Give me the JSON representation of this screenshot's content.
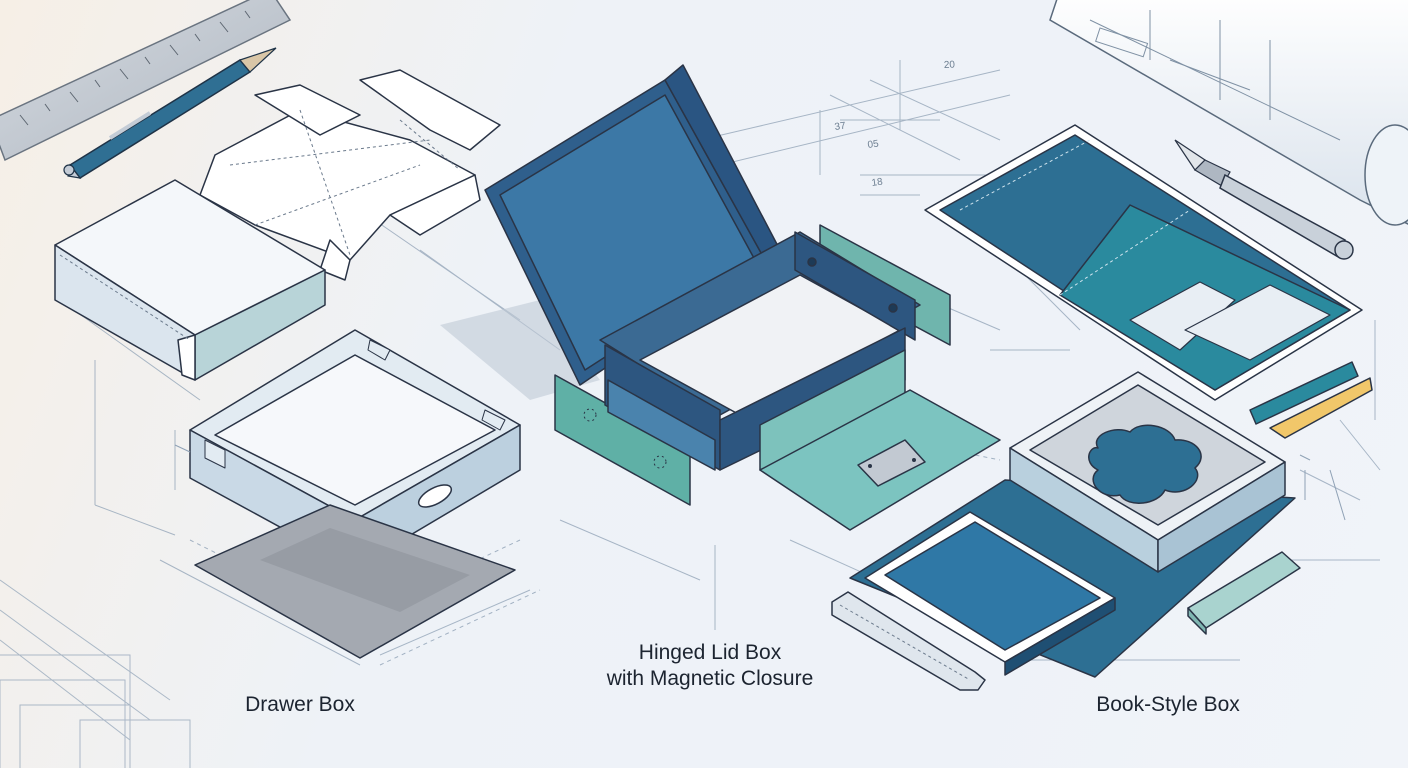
{
  "labels": {
    "drawer": "Drawer Box",
    "hinged_line1": "Hinged Lid Box",
    "hinged_line2": "with Magnetic Closure",
    "book": "Book-Style Box"
  },
  "dimensions": {
    "d1": "20",
    "d2": "37",
    "d3": "05",
    "d4": "18"
  },
  "colors": {
    "line": "#5a6f86",
    "outline": "#2a3446",
    "paper": "#ffffff",
    "paper_shade": "#dbe5ee",
    "drawer_blue": "#c9d9e6",
    "navy": "#2f5f8c",
    "mid_blue": "#3c78a6",
    "teal": "#2f8aa0",
    "teal_light": "#7cc4c0",
    "grey_base": "#a9adb5",
    "accent_gold": "#f1c76a"
  }
}
